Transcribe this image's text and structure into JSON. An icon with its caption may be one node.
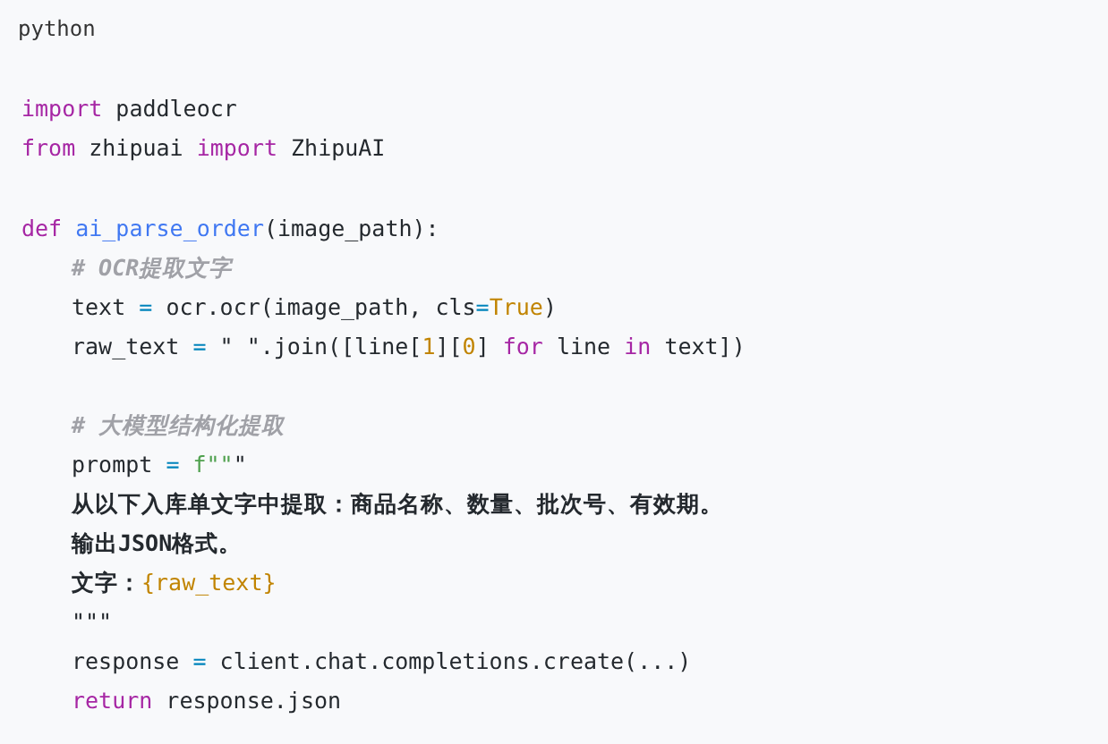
{
  "diagram": {
    "labels": [
      "python",
      "import paddleocr",
      "from zhipuai import ZhipuAI",
      "def ai_parse_order(image_path):",
      "# OCR提取文字",
      "text = ocr.ocr(image_path, cls=True)",
      "raw_text = \" \".join([line[1][0] for line in text])",
      "# 大模型结构化提取",
      "prompt = f\"\"\"",
      "从以下入库单文字中提取：商品名称、数量、批次号、有效期。",
      "输出JSON格式。",
      "文字：{raw_text}",
      "\"\"\"",
      "response = client.chat.completions.create(...)",
      "return response.json"
    ]
  }
}
